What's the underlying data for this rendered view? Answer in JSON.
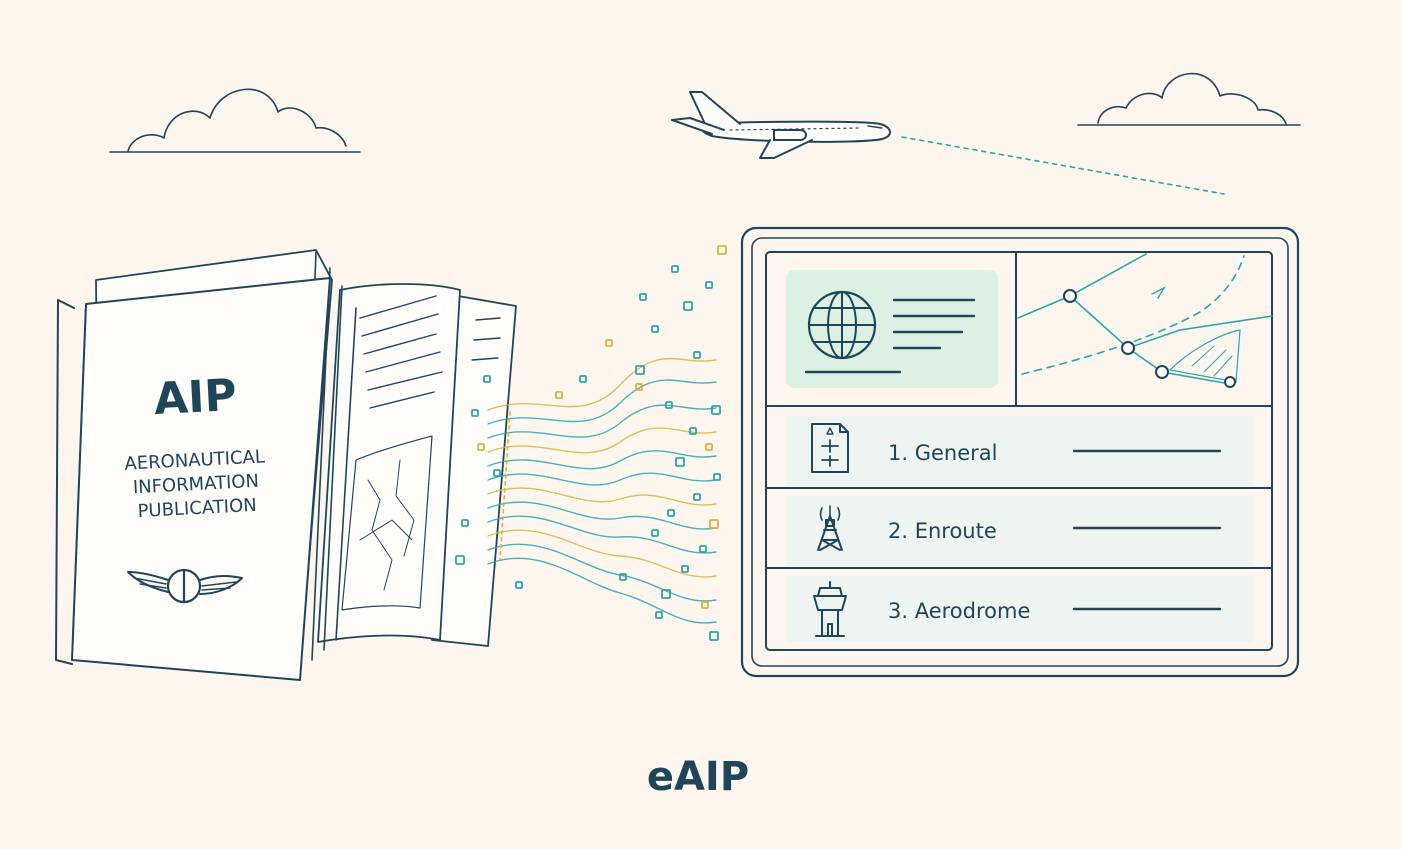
{
  "book": {
    "title": "AIP",
    "subtitle_lines": [
      "AERONAUTICAL",
      "INFORMATION",
      "PUBLICATION"
    ]
  },
  "screen": {
    "sections": [
      {
        "label": "1. General",
        "icon": "document-icon"
      },
      {
        "label": "2. Enroute",
        "icon": "radio-mast-icon"
      },
      {
        "label": "3. Aerodrome",
        "icon": "control-tower-icon"
      }
    ]
  },
  "caption": "eAIP",
  "colors": {
    "ink": "#1f4658",
    "background": "#fcf6ef",
    "teal": "#2aa6ad",
    "mint": "#dcf1e4",
    "row_fill": "#eef4f1",
    "yellow": "#d9b43c"
  }
}
